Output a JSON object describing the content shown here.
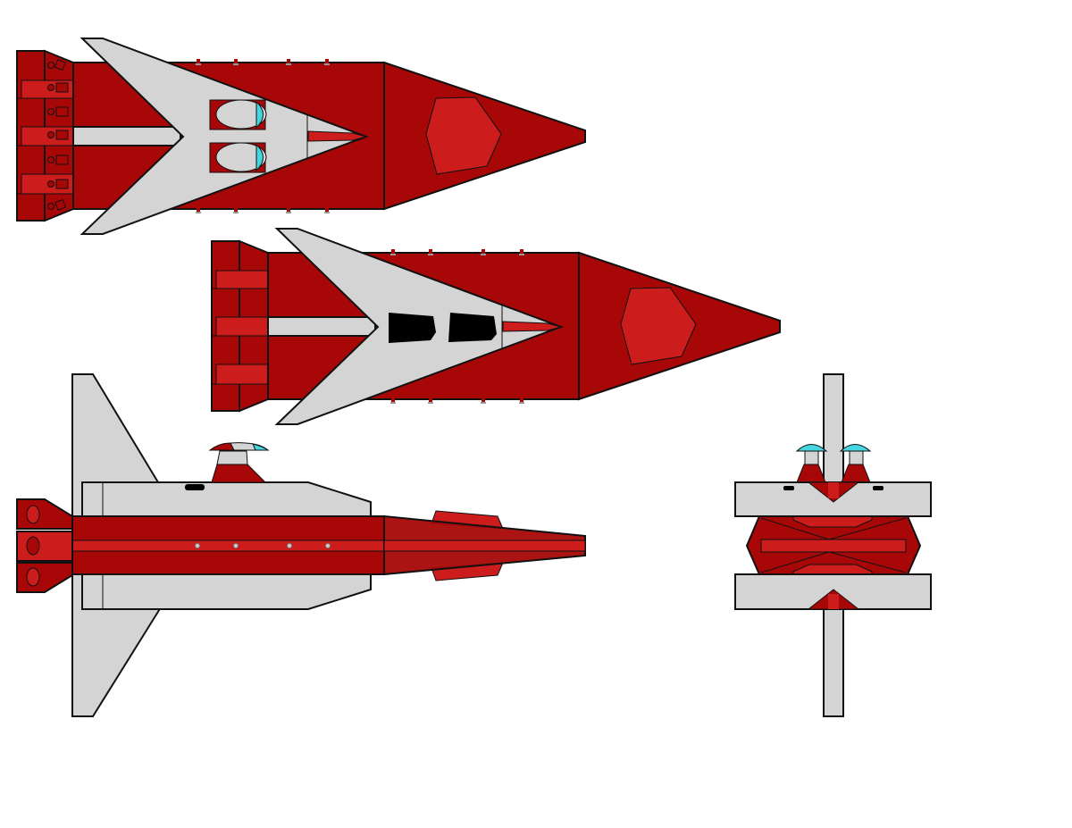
{
  "colors": {
    "hull_dark_red": "#a80707",
    "hull_red": "#cc1c1c",
    "hull_gray": "#d4d4d4",
    "canopy_cyan": "#45d6e2",
    "outline": "#111111",
    "background": "#ffffff"
  },
  "views": [
    "top-view-canopies",
    "top-view-hatches",
    "side-view",
    "front-view"
  ]
}
